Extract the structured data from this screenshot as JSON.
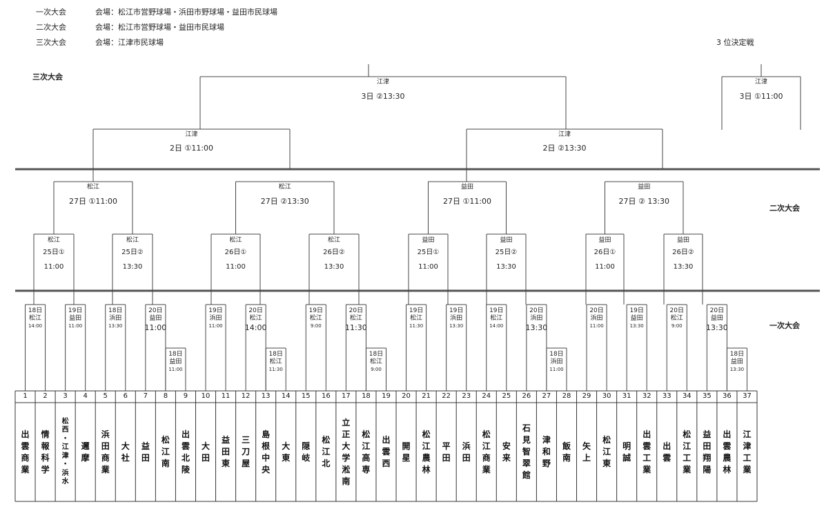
{
  "header": {
    "rounds": [
      {
        "label": "一次大会",
        "venue": "会場：松江市営野球場・浜田市野球場・益田市民球場"
      },
      {
        "label": "二次大会",
        "venue": "会場：松江市営野球場・益田市民球場"
      },
      {
        "label": "三次大会",
        "venue": "会場：江津市民球場"
      }
    ],
    "third_place_title": "3 位決定戦"
  },
  "levels": {
    "third": "三次大会",
    "second": "二次大会",
    "first": "一次大会"
  },
  "third_place": {
    "venue": "江津",
    "time": "3日 ①11:00"
  },
  "final": {
    "venue": "江津",
    "time": "3日 ②13:30"
  },
  "semis": [
    {
      "venue": "江津",
      "time": "2日 ①11:00"
    },
    {
      "venue": "江津",
      "time": "2日 ②13:30"
    }
  ],
  "quarters": [
    {
      "venue": "松江",
      "time": "27日 ①11:00"
    },
    {
      "venue": "松江",
      "time": "27日 ②13:30"
    },
    {
      "venue": "益田",
      "time": "27日 ①11:00"
    },
    {
      "venue": "益田",
      "time": "27日 ② 13:30"
    }
  ],
  "round16": [
    {
      "venue": "松江",
      "date": "25日①",
      "time": "11:00"
    },
    {
      "venue": "松江",
      "date": "25日②",
      "time": "13:30"
    },
    {
      "venue": "松江",
      "date": "26日①",
      "time": "11:00"
    },
    {
      "venue": "松江",
      "date": "26日②",
      "time": "13:30"
    },
    {
      "venue": "益田",
      "date": "25日①",
      "time": "11:00"
    },
    {
      "venue": "益田",
      "date": "25日②",
      "time": "13:30"
    },
    {
      "venue": "益田",
      "date": "26日①",
      "time": "11:00"
    },
    {
      "venue": "益田",
      "date": "26日②",
      "time": "13:30"
    }
  ],
  "first_round": [
    {
      "date": "18日",
      "venue": "松江",
      "time": "14:00"
    },
    {
      "date": "19日",
      "venue": "益田",
      "time": "11:00"
    },
    {
      "date": "18日",
      "venue": "浜田",
      "time": "13:30"
    },
    {
      "date": "20日",
      "venue": "益田",
      "time": "11:00"
    },
    {
      "date": "18日",
      "venue": "益田",
      "time": "11:00"
    },
    {
      "date": "19日",
      "venue": "浜田",
      "time": "11:00"
    },
    {
      "date": "20日",
      "venue": "松江",
      "time": "14:00"
    },
    {
      "date": "18日",
      "venue": "松江",
      "time": "11:30"
    },
    {
      "date": "19日",
      "venue": "松江",
      "time": "9:00"
    },
    {
      "date": "20日",
      "venue": "松江",
      "time": "11:30"
    },
    {
      "date": "18日",
      "venue": "松江",
      "time": "9:00"
    },
    {
      "date": "19日",
      "venue": "松江",
      "time": "11:30"
    },
    {
      "date": "19日",
      "venue": "浜田",
      "time": "13:30"
    },
    {
      "date": "19日",
      "venue": "松江",
      "time": "14:00"
    },
    {
      "date": "20日",
      "venue": "浜田",
      "time": "13:30"
    },
    {
      "date": "18日",
      "venue": "浜田",
      "time": "11:00"
    },
    {
      "date": "20日",
      "venue": "浜田",
      "time": "11:00"
    },
    {
      "date": "19日",
      "venue": "益田",
      "time": "13:30"
    },
    {
      "date": "20日",
      "venue": "松江",
      "time": "9:00"
    },
    {
      "date": "20日",
      "venue": "益田",
      "time": "13:30"
    },
    {
      "date": "18日",
      "venue": "益田",
      "time": "13:30"
    }
  ],
  "teams": [
    {
      "no": "1",
      "name": "出雲商業"
    },
    {
      "no": "2",
      "name": "情報科学"
    },
    {
      "no": "3",
      "name": "松西・江津・浜水"
    },
    {
      "no": "4",
      "name": "邇摩"
    },
    {
      "no": "5",
      "name": "浜田商業"
    },
    {
      "no": "6",
      "name": "大社"
    },
    {
      "no": "7",
      "name": "益田"
    },
    {
      "no": "8",
      "name": "松江南"
    },
    {
      "no": "9",
      "name": "出雲北陵"
    },
    {
      "no": "10",
      "name": "大田"
    },
    {
      "no": "11",
      "name": "益田東"
    },
    {
      "no": "12",
      "name": "三刀屋"
    },
    {
      "no": "13",
      "name": "島根中央"
    },
    {
      "no": "14",
      "name": "大東"
    },
    {
      "no": "15",
      "name": "隠岐"
    },
    {
      "no": "16",
      "name": "松江北"
    },
    {
      "no": "17",
      "name": "立正大学淞南"
    },
    {
      "no": "18",
      "name": "松江高専"
    },
    {
      "no": "19",
      "name": "出雲西"
    },
    {
      "no": "20",
      "name": "開星"
    },
    {
      "no": "21",
      "name": "松江農林"
    },
    {
      "no": "22",
      "name": "平田"
    },
    {
      "no": "23",
      "name": "浜田"
    },
    {
      "no": "24",
      "name": "松江商業"
    },
    {
      "no": "25",
      "name": "安来"
    },
    {
      "no": "26",
      "name": "石見智翠館"
    },
    {
      "no": "27",
      "name": "津和野"
    },
    {
      "no": "28",
      "name": "飯南"
    },
    {
      "no": "29",
      "name": "矢上"
    },
    {
      "no": "30",
      "name": "松江東"
    },
    {
      "no": "31",
      "name": "明誠"
    },
    {
      "no": "32",
      "name": "出雲工業"
    },
    {
      "no": "33",
      "name": "出雲"
    },
    {
      "no": "34",
      "name": "松江工業"
    },
    {
      "no": "35",
      "name": "益田翔陽"
    },
    {
      "no": "36",
      "name": "出雲農林"
    },
    {
      "no": "37",
      "name": "江津工業"
    }
  ]
}
